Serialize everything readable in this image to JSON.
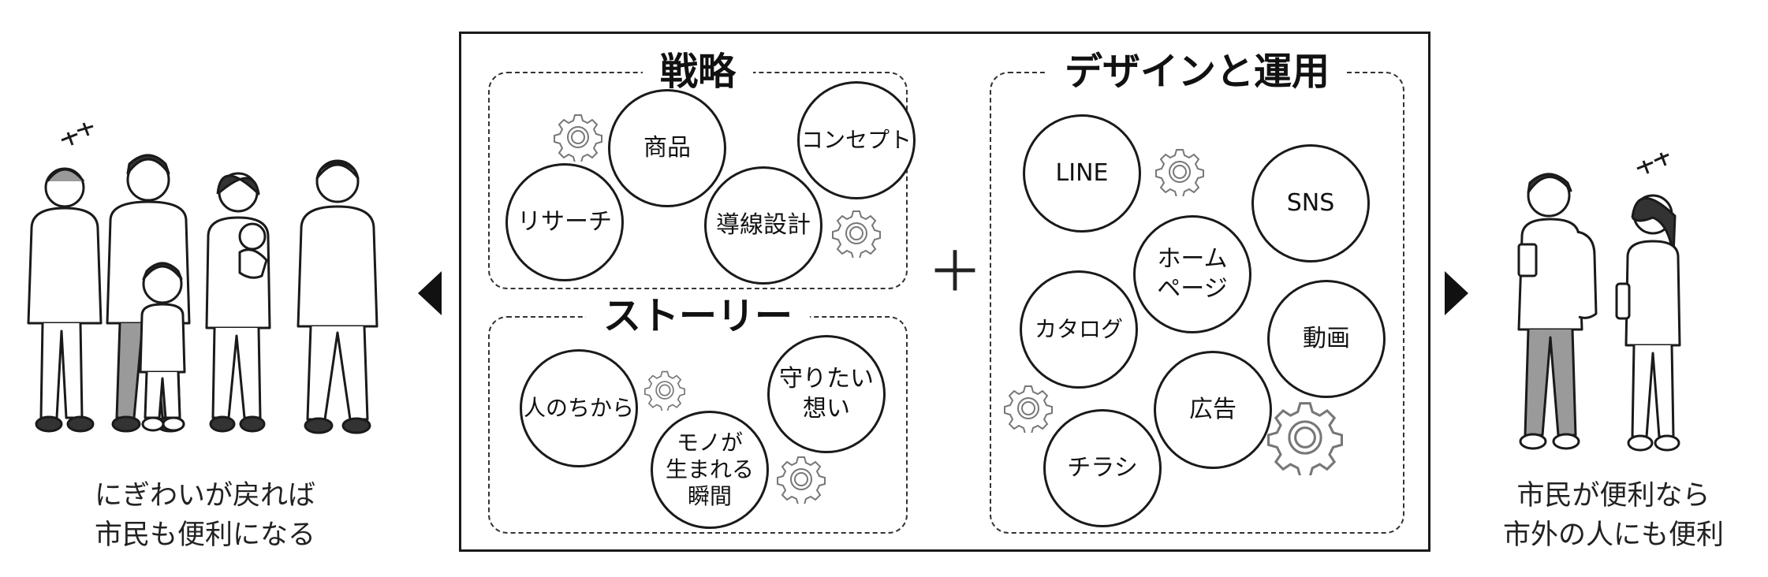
{
  "left_caption": {
    "line1": "にぎわいが戻れば",
    "line2": "市民も便利になる"
  },
  "right_caption": {
    "line1": "市民が便利なら",
    "line2": "市外の人にも便利"
  },
  "plus_sign": "＋",
  "strategy": {
    "title": "戦略",
    "items": [
      "商品",
      "コンセプト",
      "リサーチ",
      "導線設計"
    ]
  },
  "story": {
    "title": "ストーリー",
    "items": [
      "人のちから",
      "守りたい\n想い",
      "モノが\n生まれる\n瞬間"
    ]
  },
  "design": {
    "title": "デザインと運用",
    "items": [
      "LINE",
      "SNS",
      "ホーム\nページ",
      "カタログ",
      "動画",
      "広告",
      "チラシ"
    ]
  },
  "icons": {
    "gear": "gear-icon",
    "arrow_left": "triangle-left-icon",
    "arrow_right": "triangle-right-icon"
  },
  "colors": {
    "ink": "#1a1a1a",
    "gray_fill": "#9a9a9a",
    "background": "#ffffff"
  }
}
